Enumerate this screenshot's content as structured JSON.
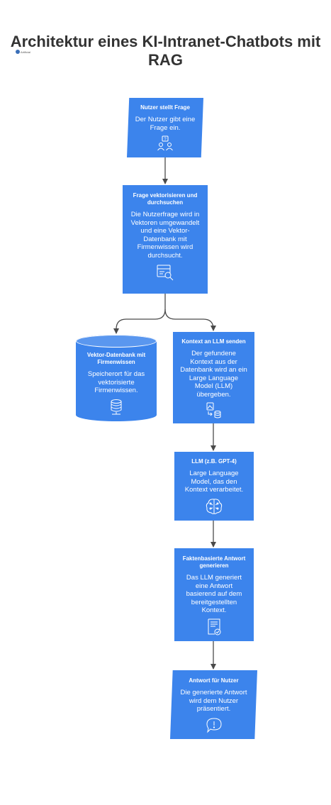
{
  "title": "Architektur eines KI-Intranet-Chatbots mit RAG",
  "logo_text": "Artificial",
  "colors": {
    "node_fill": "#3c84ec",
    "edge": "#4a4a4a",
    "title_text": "#333333"
  },
  "nodes": {
    "question": {
      "title": "Nutzer stellt Frage",
      "description": "Der Nutzer gibt eine Frage ein.",
      "icon": "user-question-icon"
    },
    "vectorize": {
      "title": "Frage vektorisieren und durchsuchen",
      "description": "Die Nutzerfrage wird in Vektoren umgewandelt und eine Vektor-Datenbank mit Firmenwissen wird durchsucht.",
      "icon": "search-list-icon"
    },
    "vector_db": {
      "title": "Vektor-Datenbank mit Firmenwissen",
      "description": "Speicherort für das vektorisierte Firmenwissen.",
      "icon": "database-icon"
    },
    "context": {
      "title": "Kontext an LLM senden",
      "description": "Der gefundene Kontext aus der Datenbank wird an ein Large Language Model (LLM) übergeben.",
      "icon": "image-to-database-icon"
    },
    "llm": {
      "title": "LLM (z.B. GPT-4)",
      "description": "Large Language Model, das den Kontext verarbeitet.",
      "icon": "brain-circuit-icon"
    },
    "answer_gen": {
      "title": "Faktenbasierte Antwort generieren",
      "description": "Das LLM generiert eine Antwort basierend auf dem bereitgestellten Kontext.",
      "icon": "certificate-icon"
    },
    "answer_user": {
      "title": "Antwort für Nutzer",
      "description": "Die generierte Antwort wird dem Nutzer präsentiert.",
      "icon": "speech-bubble-icon"
    }
  },
  "edges": [
    {
      "from": "question",
      "to": "vectorize"
    },
    {
      "from": "vectorize",
      "to": "vector_db"
    },
    {
      "from": "vectorize",
      "to": "context"
    },
    {
      "from": "context",
      "to": "llm"
    },
    {
      "from": "llm",
      "to": "answer_gen"
    },
    {
      "from": "answer_gen",
      "to": "answer_user"
    }
  ]
}
